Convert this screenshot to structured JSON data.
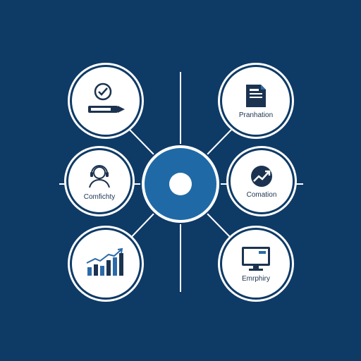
{
  "colors": {
    "background": "#0e3a66",
    "hub": "#1f6aa6",
    "node_fill": "#ffffff",
    "icon_dark": "#1b3350",
    "icon_accent": "#2b6aa8"
  },
  "nodes": [
    {
      "id": "top-left",
      "label": "",
      "icon": "checklist-pencil-icon"
    },
    {
      "id": "mid-left",
      "label": "Comfichty",
      "icon": "person-headset-icon"
    },
    {
      "id": "bottom-left",
      "label": "",
      "icon": "bar-chart-growth-icon"
    },
    {
      "id": "top-right",
      "label": "Pranhation",
      "icon": "document-icon"
    },
    {
      "id": "mid-right",
      "label": "Comation",
      "icon": "trend-up-arrow-icon"
    },
    {
      "id": "bottom-right",
      "label": "Emrphiry",
      "icon": "monitor-icon"
    }
  ]
}
